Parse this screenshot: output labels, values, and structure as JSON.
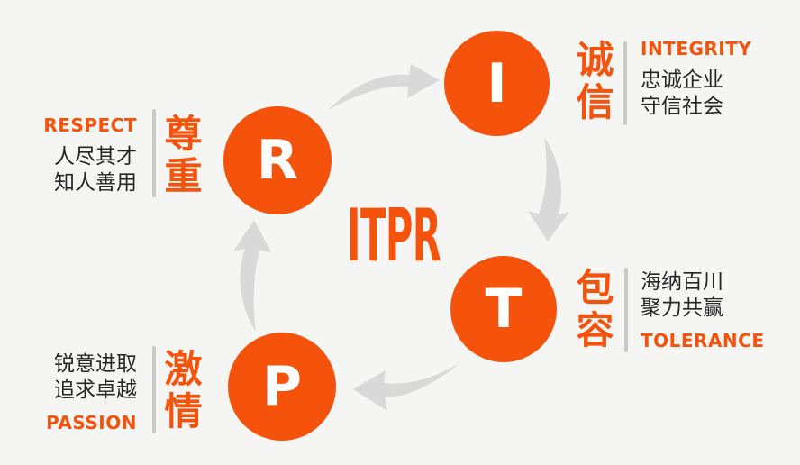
{
  "diagram": {
    "center_title": "ITPR",
    "values": [
      {
        "key": "integrity",
        "letter": "I",
        "cn": "诚信",
        "en": "INTEGRITY",
        "desc_lines": [
          "忠诚企业",
          "守信社会"
        ]
      },
      {
        "key": "tolerance",
        "letter": "T",
        "cn": "包容",
        "en": "TOLERANCE",
        "desc_lines": [
          "海纳百川",
          "聚力共赢"
        ]
      },
      {
        "key": "passion",
        "letter": "P",
        "cn": "激情",
        "en": "PASSION",
        "desc_lines": [
          "锐意进取",
          "追求卓越"
        ]
      },
      {
        "key": "respect",
        "letter": "R",
        "cn": "尊重",
        "en": "RESPECT",
        "desc_lines": [
          "人尽其才",
          "知人善用"
        ]
      }
    ],
    "colors": {
      "accent": "#F5520C",
      "text": "#262626",
      "divider": "#C9C9C9",
      "arrow": "#D9D9D9",
      "background": "#F5F5F4",
      "circle_letter": "#FFFFFF"
    }
  }
}
